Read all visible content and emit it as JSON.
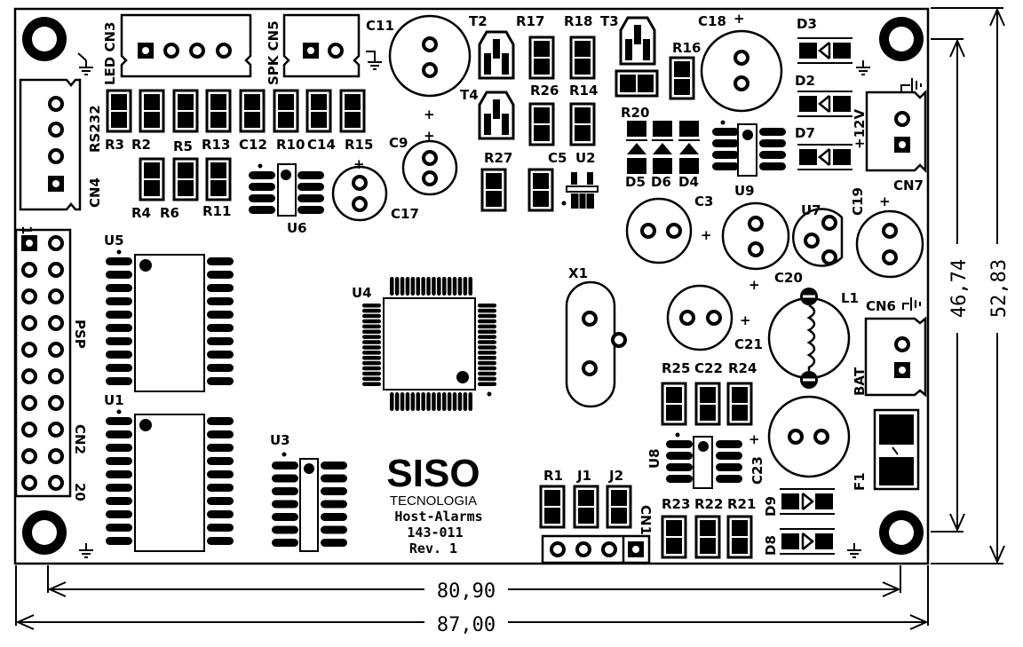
{
  "board": {
    "logo": "SISO",
    "company": "TECNOLOGIA",
    "product": "Host-Alarms",
    "part_number": "143-011",
    "revision": "Rev. 1"
  },
  "dimensions": {
    "width_total": "87,00",
    "width_holes": "80,90",
    "height_total": "52,83",
    "height_holes": "46,74"
  },
  "connectors": {
    "cn3": "LED CN3",
    "cn5": "SPK CN5",
    "cn4": "CN4",
    "rs232": "RS232",
    "cn2": "CN2",
    "psp": "PSP",
    "pin1": "1",
    "pin20": "20",
    "cn7": "CN7",
    "v12": "+12V",
    "cn6": "CN6",
    "bat": "BAT",
    "cn1": "CN1"
  },
  "labels": {
    "r3": "R3",
    "r2": "R2",
    "r5": "R5",
    "r13": "R13",
    "c12": "C12",
    "r10": "R10",
    "c14": "C14",
    "r15": "R15",
    "r4": "R4",
    "r6": "R6",
    "r11": "R11",
    "u6": "U6",
    "c11": "C11",
    "c9": "C9",
    "c17": "C17",
    "t2": "T2",
    "t3": "T3",
    "t4": "T4",
    "r17": "R17",
    "r18": "R18",
    "r26": "R26",
    "r14": "R14",
    "r27": "R27",
    "c5": "C5",
    "u2": "U2",
    "r16": "R16",
    "c18": "C18",
    "r20": "R20",
    "d5": "D5",
    "d6": "D6",
    "d4": "D4",
    "d3": "D3",
    "d2": "D2",
    "d7": "D7",
    "u9": "U9",
    "c3": "C3",
    "u7": "U7",
    "c19": "C19",
    "u5": "U5",
    "u1": "U1",
    "u4": "U4",
    "x1": "X1",
    "u3": "U3",
    "c20": "C20",
    "l1": "L1",
    "c21": "C21",
    "r25": "R25",
    "c22": "C22",
    "r24": "R24",
    "u8": "U8",
    "c23": "C23",
    "f1": "F1",
    "r23": "R23",
    "r22": "R22",
    "r21": "R21",
    "d9": "D9",
    "d8": "D8",
    "r1": "R1",
    "j1": "J1",
    "j2": "J2",
    "plus": "+"
  },
  "colors": {
    "ink": "#000000",
    "paper": "#ffffff"
  }
}
